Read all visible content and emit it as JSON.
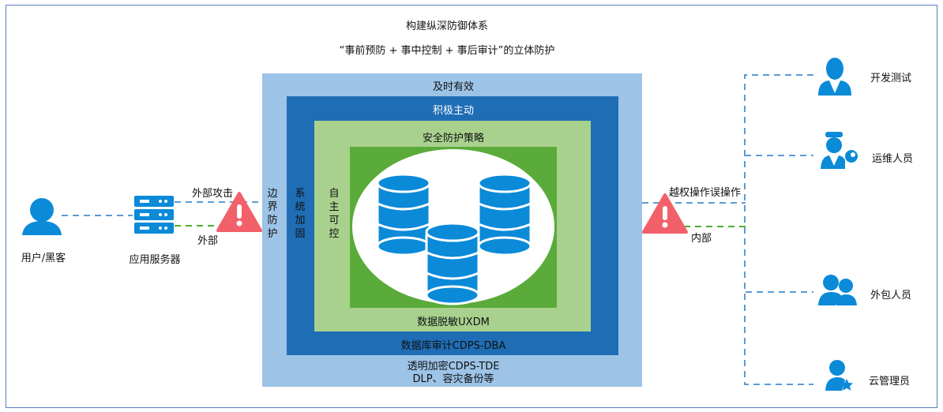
{
  "title": "构建纵深防御体系",
  "subtitle": "“事前预防 + 事中控制 + 事后审计”的立体防护",
  "layers": {
    "l1": "及时有效",
    "l2": "积极主动",
    "l3": "安全防护策略",
    "l4_bottom": "数据脱敏UXDM",
    "l3_bottom": "数据库审计CDPS-DBA",
    "l1_bottom_1": "透明加密CDPS-TDE",
    "l1_bottom_2": "DLP、容灾备份等",
    "v1": "边界防护",
    "v2": "系统加固",
    "v3": "自主可控"
  },
  "left": {
    "user": "用户/黑客",
    "server": "应用服务器",
    "attack": "外部攻击",
    "external": "外部"
  },
  "right": {
    "threat": "越权操作误操作",
    "internal": "内部",
    "roles": [
      "开发测试",
      "运维人员",
      "外包人员",
      "云管理员"
    ]
  },
  "colors": {
    "l1": "#9dc3e6",
    "l2": "#1f6db5",
    "l3": "#a9d18e",
    "l4": "#5aab3a",
    "icon": "#0b8ad8",
    "warn": "#f2606a",
    "dash_blue": "#5b9bd5",
    "dash_green": "#4caf2a"
  }
}
